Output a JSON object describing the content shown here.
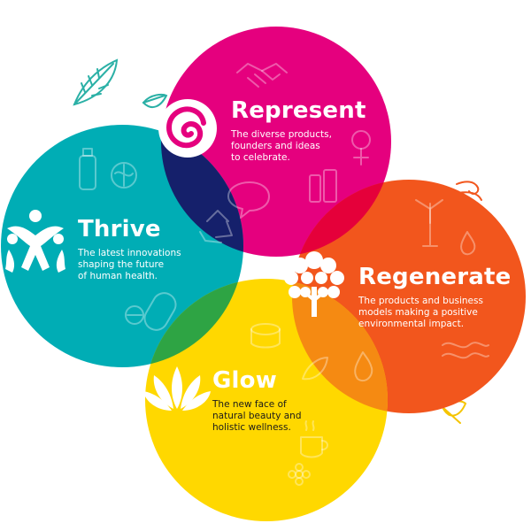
{
  "sections": {
    "represent": {
      "title": "Represent",
      "description": "The diverse products,\nfounders and ideas\nto celebrate.",
      "color": "#e5007e"
    },
    "thrive": {
      "title": "Thrive",
      "description": "The latest innovations\nshaping the future\nof human health.",
      "color": "#00adb5"
    },
    "regenerate": {
      "title": "Regenerate",
      "description": "The products and business\nmodels making a positive\nenvironmental impact.",
      "color": "#f2561d"
    },
    "glow": {
      "title": "Glow",
      "description": "The new face of\nnatural beauty and\nholistic wellness.",
      "color": "#ffd800"
    }
  },
  "overlap_colors": {
    "represent_thrive": "#15206b",
    "represent_regenerate": "#e5003a",
    "thrive_glow": "#2ea444",
    "regenerate_glow": "#f58a12"
  },
  "icons": [
    "swirl-logo-icon",
    "people-star-icon",
    "lotus-icon",
    "tree-icon",
    "handshake-icon",
    "leaf-icon",
    "bottle-icon",
    "brain-icon",
    "pill-icon",
    "recycle-icon",
    "wind-turbine-icon",
    "water-drop-icon",
    "waves-icon",
    "cup-icon",
    "flower-icon",
    "female-symbol-icon",
    "speech-bubble-icon",
    "cream-jar-icon"
  ]
}
